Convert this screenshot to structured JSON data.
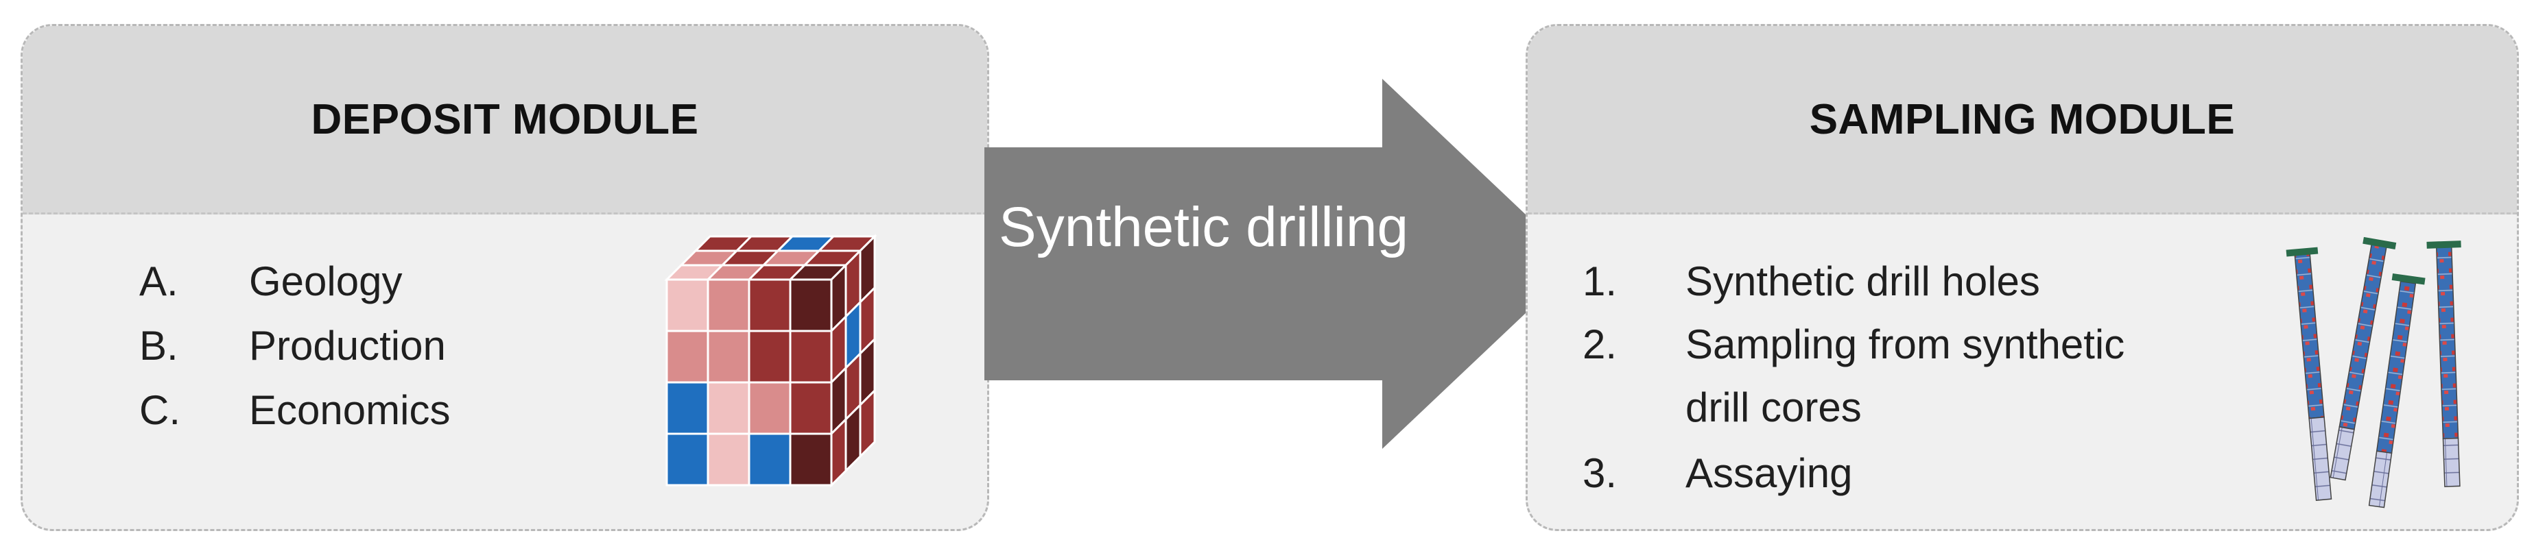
{
  "deposit_module": {
    "title": "DEPOSIT MODULE",
    "items": [
      {
        "marker": "A.",
        "label": "Geology"
      },
      {
        "marker": "B.",
        "label": "Production"
      },
      {
        "marker": "C.",
        "label": "Economics"
      }
    ]
  },
  "arrow": {
    "label": "Synthetic drilling"
  },
  "sampling_module": {
    "title": "SAMPLING MODULE",
    "items": [
      {
        "marker": "1.",
        "label": "Synthetic drill holes"
      },
      {
        "marker": "2.",
        "label": "Sampling from synthetic"
      },
      {
        "marker": "",
        "label": "drill cores"
      },
      {
        "marker": "3.",
        "label": "Assaying"
      }
    ]
  },
  "colors": {
    "module_fill": "#f0f0f0",
    "header_fill": "#d9d9d9",
    "border": "#b8b8b8",
    "arrow_fill": "#7f7f7f",
    "block_blue": "#1f6fbf",
    "block_light_pink": "#f0c0c0",
    "block_pink": "#d98c8c",
    "block_red": "#963232",
    "block_dark_red": "#5a1e1e",
    "drill_cap": "#2a6b4a"
  }
}
